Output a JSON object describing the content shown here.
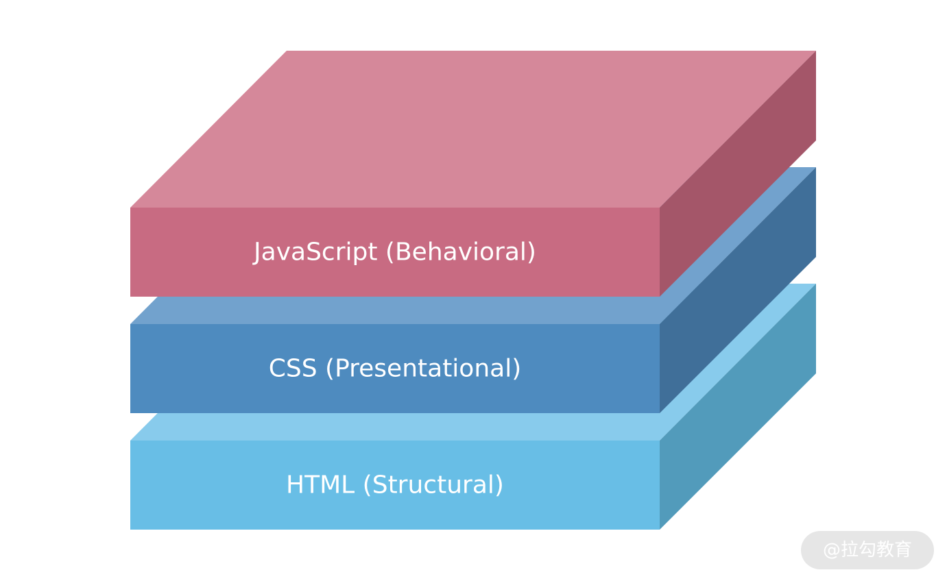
{
  "layers": [
    {
      "label": "HTML (Structural)",
      "front_color": "#68bee6",
      "top_color": "#88cbec",
      "side_color": "#529bbb"
    },
    {
      "label": "CSS (Presentational)",
      "front_color": "#4e8bbf",
      "top_color": "#72a2cd",
      "side_color": "#406f99"
    },
    {
      "label": "JavaScript (Behavioral)",
      "front_color": "#c86b82",
      "top_color": "#d5889a",
      "side_color": "#a45669"
    }
  ],
  "watermark": {
    "text": "@拉勾教育"
  }
}
